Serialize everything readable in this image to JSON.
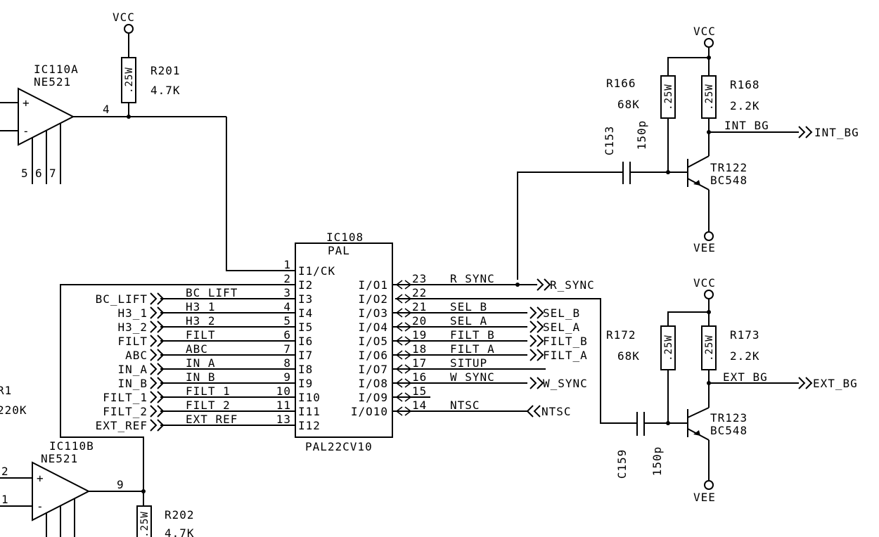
{
  "ic108": {
    "ref": "IC108",
    "type": "PAL",
    "part": "PAL22CV10",
    "inputs": [
      {
        "pin": "1",
        "label": "I1/CK",
        "net": ""
      },
      {
        "pin": "2",
        "label": "I2",
        "net": ""
      },
      {
        "pin": "3",
        "label": "I3",
        "net": "BC_LIFT",
        "port": "BC_LIFT"
      },
      {
        "pin": "4",
        "label": "I4",
        "net": "H3_1",
        "port": "H3_1"
      },
      {
        "pin": "5",
        "label": "I5",
        "net": "H3_2",
        "port": "H3_2"
      },
      {
        "pin": "6",
        "label": "I6",
        "net": "FILT",
        "port": "FILT"
      },
      {
        "pin": "7",
        "label": "I7",
        "net": "ABC",
        "port": "ABC"
      },
      {
        "pin": "8",
        "label": "I8",
        "net": "IN_A",
        "port": "IN_A"
      },
      {
        "pin": "9",
        "label": "I9",
        "net": "IN_B",
        "port": "IN_B"
      },
      {
        "pin": "10",
        "label": "I10",
        "net": "FILT_1",
        "port": "FILT_1"
      },
      {
        "pin": "11",
        "label": "I11",
        "net": "FILT_2",
        "port": "FILT_2"
      },
      {
        "pin": "13",
        "label": "I12",
        "net": "EXT_REF",
        "port": "EXT_REF"
      }
    ],
    "outputs": [
      {
        "pin": "23",
        "label": "I/O1",
        "net": "R_SYNC",
        "port": "R_SYNC"
      },
      {
        "pin": "22",
        "label": "I/O2",
        "net": "",
        "port": ""
      },
      {
        "pin": "21",
        "label": "I/O3",
        "net": "SEL_B",
        "port": "SEL_B"
      },
      {
        "pin": "20",
        "label": "I/O4",
        "net": "SEL_A",
        "port": "SEL_A"
      },
      {
        "pin": "19",
        "label": "I/O5",
        "net": "FILT_B",
        "port": "FILT_B"
      },
      {
        "pin": "18",
        "label": "I/O6",
        "net": "FILT_A",
        "port": "FILT_A"
      },
      {
        "pin": "17",
        "label": "I/O7",
        "net": "SITUP",
        "port": ""
      },
      {
        "pin": "16",
        "label": "I/O8",
        "net": "W_SYNC",
        "port": "W_SYNC"
      },
      {
        "pin": "15",
        "label": "I/O9",
        "net": "",
        "port": ""
      },
      {
        "pin": "14",
        "label": "I/O10",
        "net": "NTSC",
        "port": "NTSC"
      }
    ]
  },
  "ic110a": {
    "ref": "IC110A",
    "part": "NE521",
    "out_pin": "4",
    "plus": "+",
    "minus": "-",
    "pins_bottom": [
      "5",
      "6",
      "7"
    ]
  },
  "ic110b": {
    "ref": "IC110B",
    "part": "NE521",
    "out_pin": "9",
    "plus": "+",
    "minus": "-",
    "pin_plus": "2",
    "pin_minus": "1"
  },
  "r201": {
    "ref": "R201",
    "value": "4.7K",
    "rating": ".25W",
    "supply": "VCC"
  },
  "r202": {
    "ref": "R202",
    "value": "4.7K",
    "rating": ".25W"
  },
  "r1": {
    "ref": "R1",
    "value": "220K"
  },
  "r166": {
    "ref": "R166",
    "value": "68K",
    "rating": ".25W"
  },
  "r168": {
    "ref": "R168",
    "value": "2.2K",
    "rating": ".25W"
  },
  "r172": {
    "ref": "R172",
    "value": "68K",
    "rating": ".25W"
  },
  "r173": {
    "ref": "R173",
    "value": "2.2K",
    "rating": ".25W"
  },
  "c153": {
    "ref": "C153",
    "value": "150p"
  },
  "c159": {
    "ref": "C159",
    "value": "150p"
  },
  "tr122": {
    "ref": "TR122",
    "part": "BC548",
    "vcc": "VCC",
    "vee": "VEE",
    "net": "INT_BG",
    "port": "INT_BG"
  },
  "tr123": {
    "ref": "TR123",
    "part": "BC548",
    "vcc": "VCC",
    "vee": "VEE",
    "net": "EXT_BG",
    "port": "EXT_BG"
  }
}
